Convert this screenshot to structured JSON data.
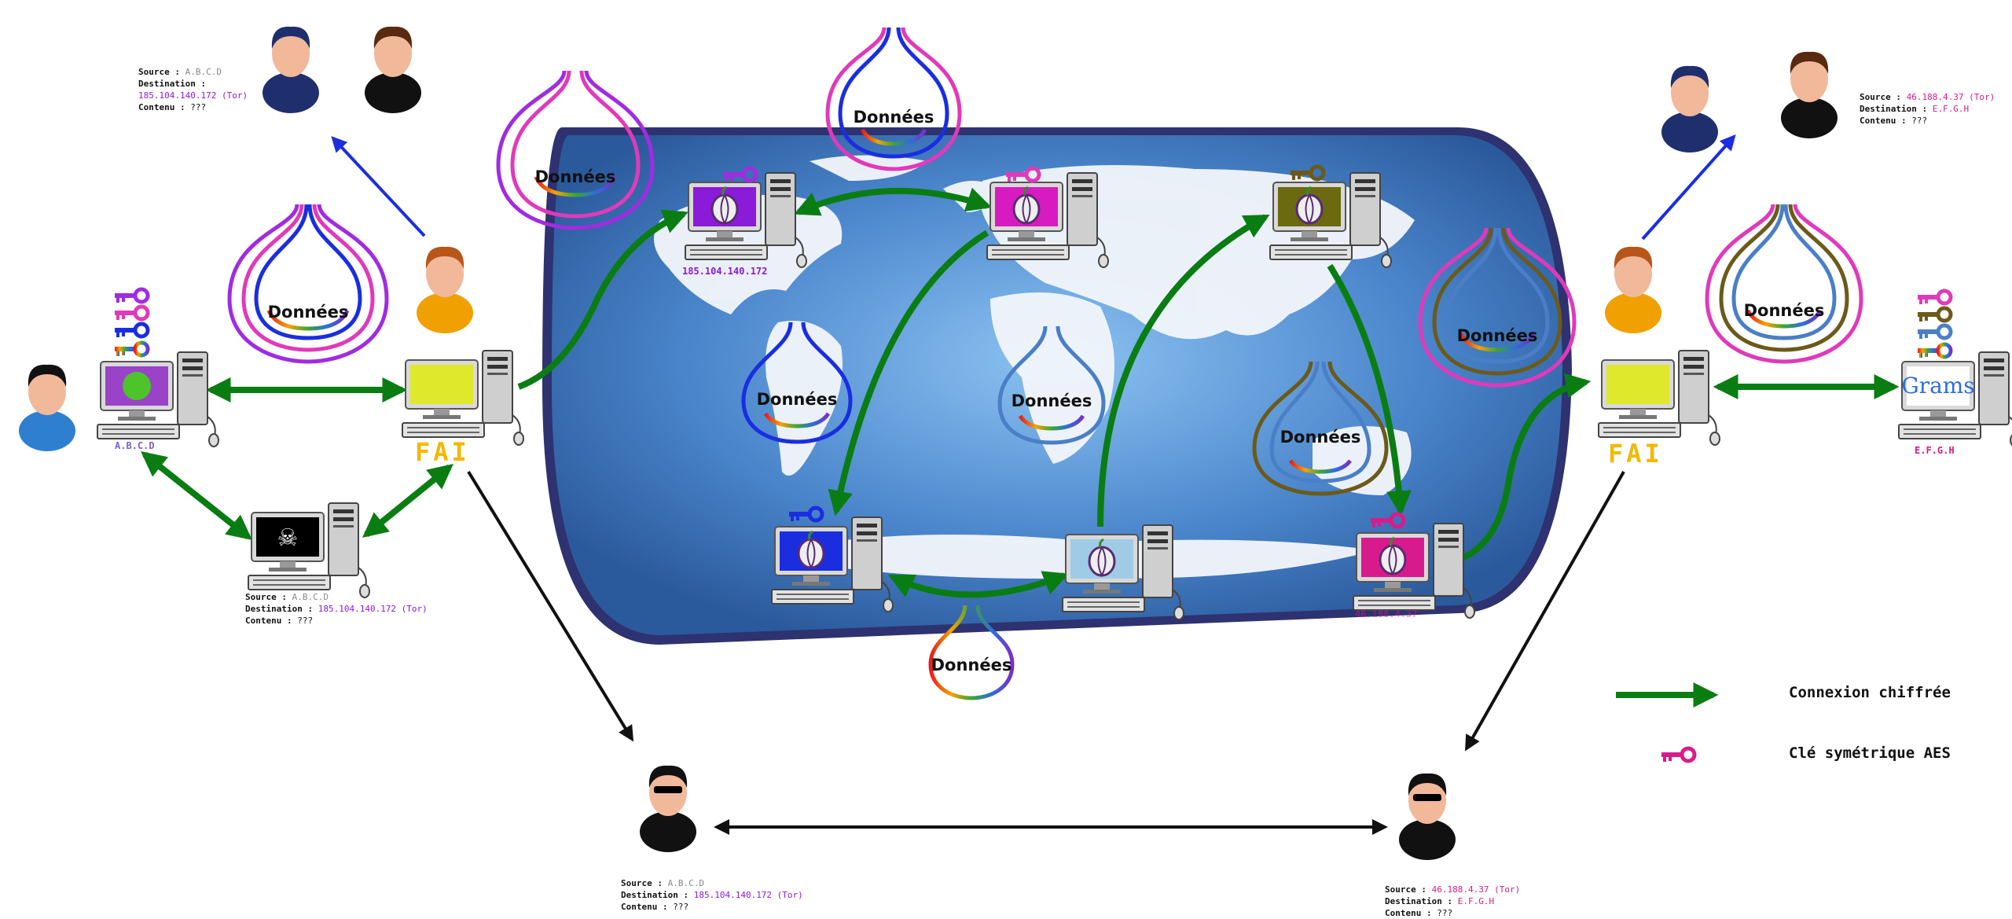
{
  "data_label": "Données",
  "fai_label": "FAI",
  "legend": {
    "encrypted_label": "Connexion chiffrée",
    "key_label": "Clé symétrique AES"
  },
  "addresses": {
    "client_left": "A.B.C.D",
    "entry_node": "185.104.140.172",
    "server_right": "E.F.G.H",
    "exit_node_obscured": "46.188.4.37"
  },
  "server_logo": "Grams",
  "observers": {
    "police_left": {
      "source_key": "Source :",
      "source_val": "A.B.C.D",
      "dest_key": "Destination :",
      "dest_val": "185.104.140.172 (Tor)",
      "content_key": "Contenu :",
      "content_val": "???"
    },
    "hacker": {
      "source_key": "Source :",
      "source_val": "A.B.C.D",
      "dest_key": "Destination :",
      "dest_val": "185.104.140.172 (Tor)",
      "content_key": "Contenu :",
      "content_val": "???"
    },
    "agent_left": {
      "source_key": "Source :",
      "source_val": "A.B.C.D",
      "dest_key": "Destination :",
      "dest_val": "185.104.140.172 (Tor)",
      "content_key": "Contenu :",
      "content_val": "???"
    },
    "police_right": {
      "source_key": "Source :",
      "source_val": "46.188.4.37 (Tor)",
      "dest_key": "Destination :",
      "dest_val": "E.F.G.H",
      "content_key": "Contenu :",
      "content_val": "???"
    },
    "agent_right": {
      "source_key": "Source :",
      "source_val": "46.188.4.37 (Tor)",
      "dest_key": "Destination :",
      "dest_val": "E.F.G.H",
      "content_key": "Contenu :",
      "content_val": "???"
    }
  },
  "colors": {
    "encrypted_arrow": "#0a7d12",
    "map_ocean": "#3f7ac0",
    "map_border": "#3a3d7a",
    "fai_text": "#f3b800",
    "aes_key": "#d81b8c",
    "tor_ip": "#8a1bd8"
  }
}
